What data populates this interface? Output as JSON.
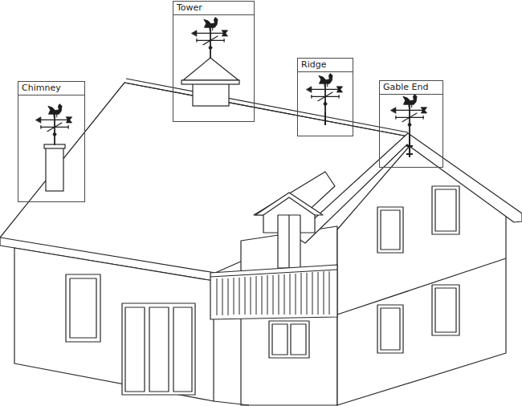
{
  "diagram": {
    "nodes": [
      {
        "text": [
          "Chimney"
        ]
      },
      {
        "text": [
          "Tower"
        ]
      },
      {
        "text": [
          "Ridge"
        ]
      },
      {
        "text": [
          "Gable End"
        ]
      }
    ]
  }
}
